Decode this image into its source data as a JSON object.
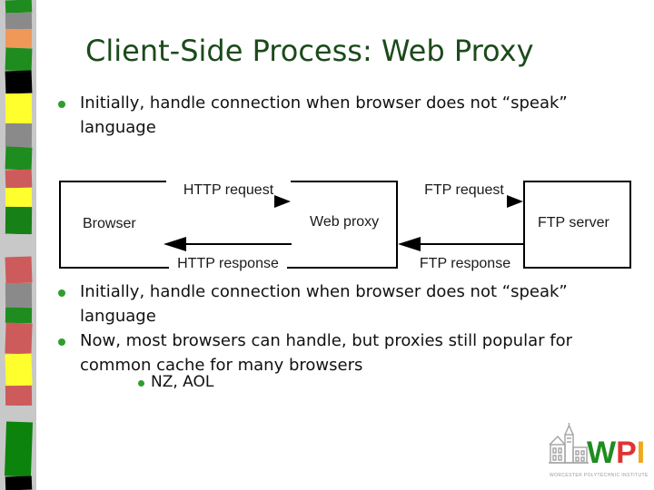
{
  "slide": {
    "title": "Client-Side Process: Web Proxy",
    "bullets": [
      {
        "lines": [
          "Initially, handle connection when browser does not “speak”",
          "language"
        ]
      },
      {
        "lines": [
          "Initially, handle connection when browser does not “speak”",
          "language"
        ]
      },
      {
        "lines": [
          "Now, most browsers can handle, but proxies still popular for",
          "common cache for many browsers"
        ]
      },
      {
        "lines": [
          "NZ, AOL"
        ]
      }
    ]
  },
  "diagram": {
    "nodes": [
      {
        "label": "Browser"
      },
      {
        "label": "Web proxy"
      },
      {
        "label": "FTP server"
      }
    ],
    "arrows": [
      {
        "label": "HTTP request",
        "direction": "right"
      },
      {
        "label": "HTTP response",
        "direction": "left"
      },
      {
        "label": "FTP request",
        "direction": "right"
      },
      {
        "label": "FTP response",
        "direction": "left"
      }
    ]
  },
  "logo": {
    "letters": [
      {
        "char": "W",
        "color": "#1e8c1e"
      },
      {
        "char": "P",
        "color": "#e03333"
      },
      {
        "char": "I",
        "color": "#f0a81c"
      }
    ],
    "tagline": "WORCESTER POLYTECHNIC INSTITUTE"
  },
  "sidebar": {
    "background": "#c8c8c8",
    "blocks": [
      {
        "color": "#1e8c1e",
        "height": 14
      },
      {
        "color": "#8a8a8a",
        "height": 18
      },
      {
        "color": "#f09858",
        "height": 21
      },
      {
        "color": "#1e8c1e",
        "height": 25
      },
      {
        "color": "#000000",
        "height": 25
      },
      {
        "color": "#ffff2e",
        "height": 33
      },
      {
        "color": "#8a8a8a",
        "height": 26
      },
      {
        "color": "#1e8c1e",
        "height": 25
      },
      {
        "color": "#cd5b5b",
        "height": 20
      },
      {
        "color": "#ffff2e",
        "height": 21
      },
      {
        "color": "#178017",
        "height": 30
      },
      {
        "color": "#c8c8c8",
        "height": 25
      },
      {
        "color": "#cd5b5b",
        "height": 29
      },
      {
        "color": "#8a8a8a",
        "height": 27
      },
      {
        "color": "#1e8c1e",
        "height": 17
      },
      {
        "color": "#cd5b5b",
        "height": 34
      },
      {
        "color": "#ffff2e",
        "height": 35
      },
      {
        "color": "#cd5b5b",
        "height": 22
      },
      {
        "color": "#c8c8c8",
        "height": 18
      },
      {
        "color": "#0c830c",
        "height": 60
      },
      {
        "color": "#000000",
        "height": 15
      }
    ]
  },
  "colors": {
    "title": "#1b4a1b",
    "bullet": "#2f9e2f",
    "body_text": "#111111"
  }
}
